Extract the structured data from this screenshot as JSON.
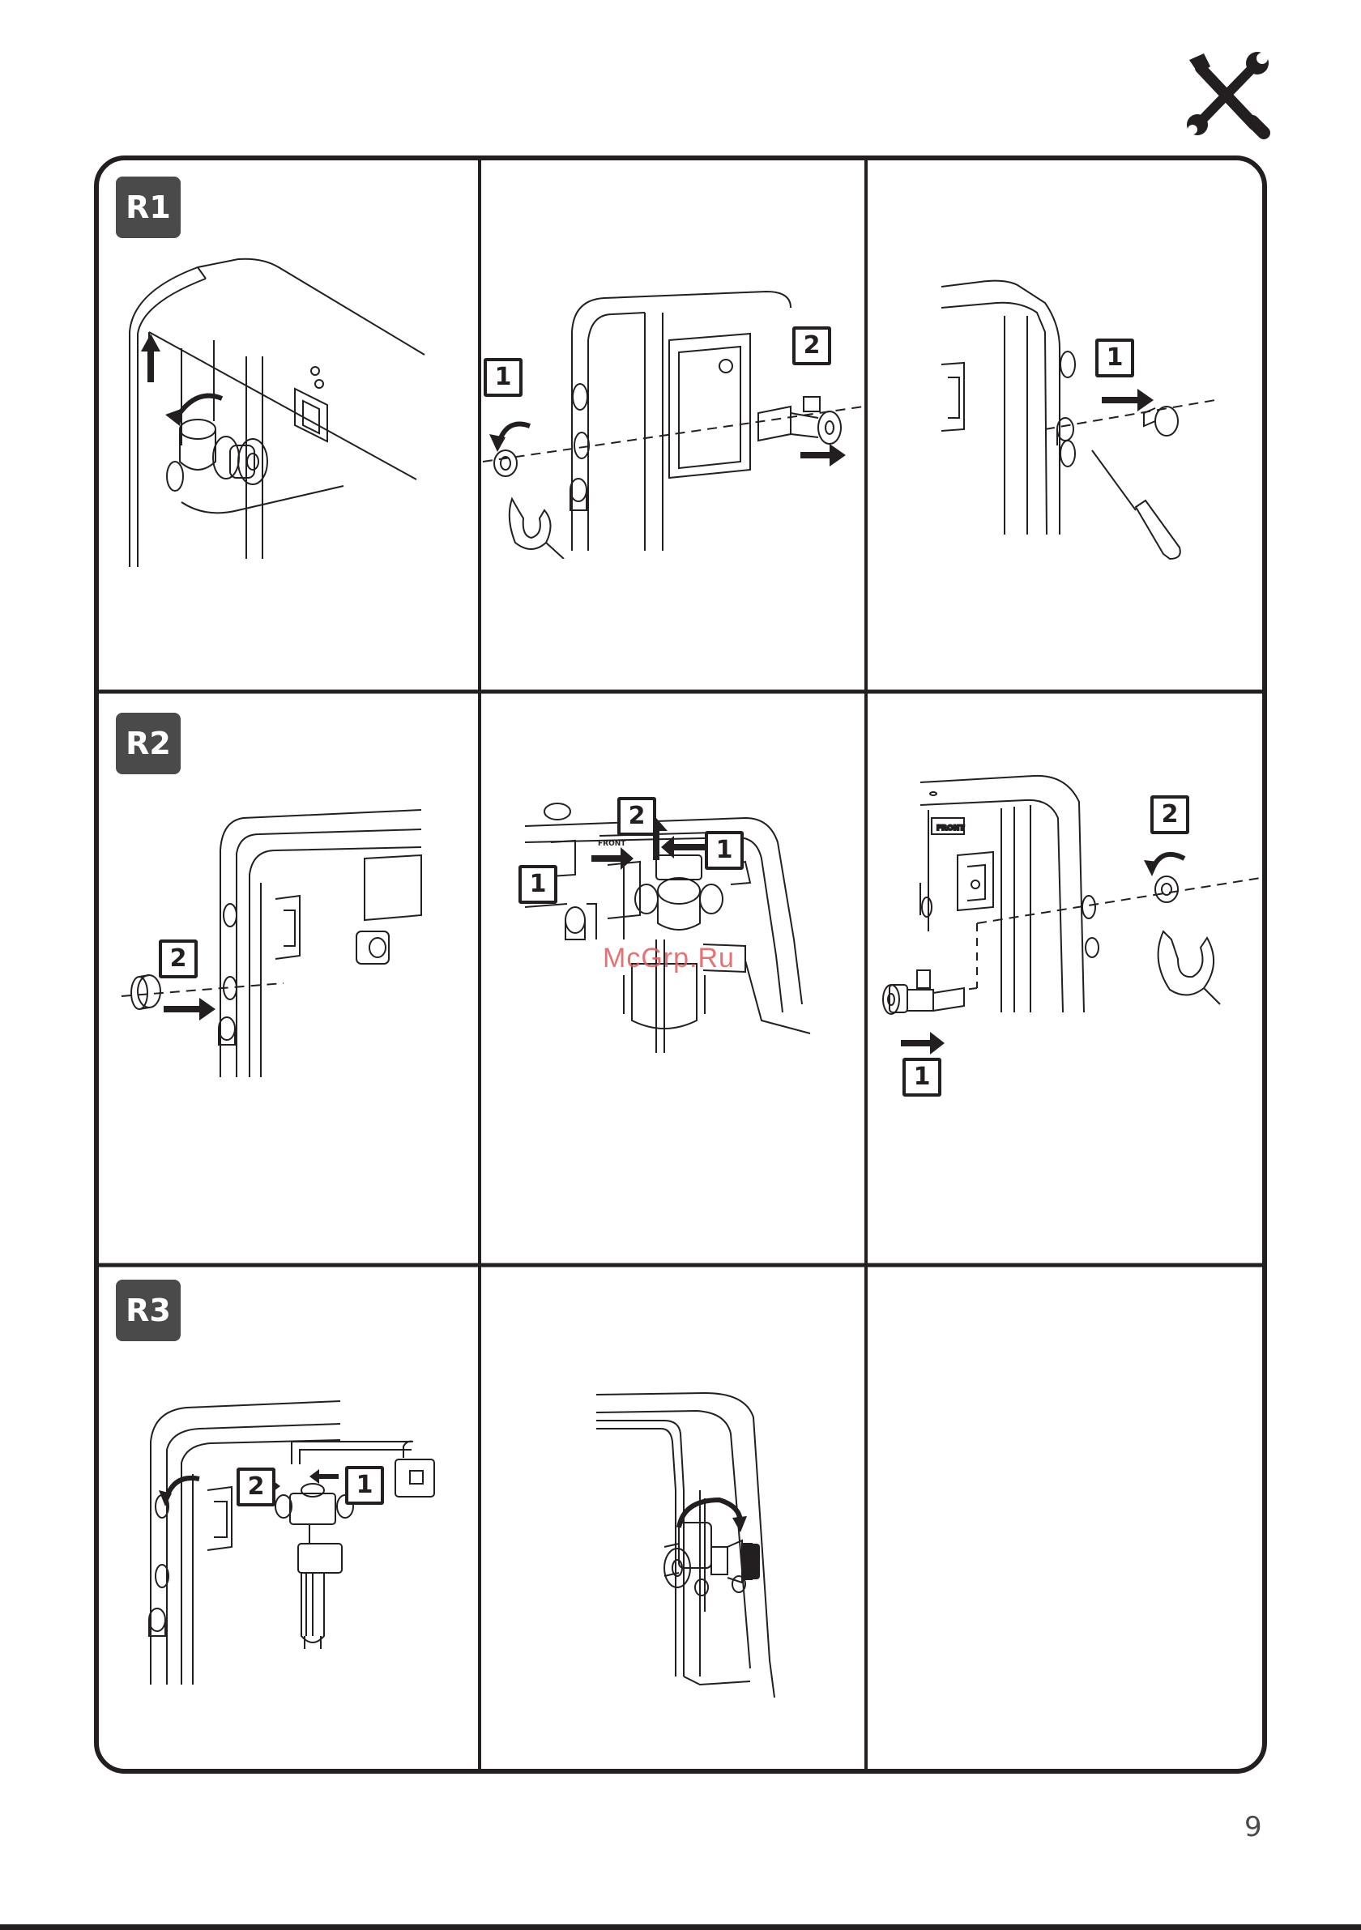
{
  "header": {
    "icon": "tools-icon"
  },
  "rows": [
    {
      "label": "R1",
      "panels": [
        {
          "steps": []
        },
        {
          "steps": [
            "1",
            "2"
          ]
        },
        {
          "steps": [
            "1"
          ]
        }
      ]
    },
    {
      "label": "R2",
      "panels": [
        {
          "steps": [
            "2"
          ]
        },
        {
          "steps": [
            "2",
            "1",
            "1"
          ],
          "tag": "FRONT"
        },
        {
          "steps": [
            "2",
            "1"
          ],
          "tag": "FRONT"
        }
      ]
    },
    {
      "label": "R3",
      "panels": [
        {
          "steps": [
            "2",
            "1"
          ]
        },
        {
          "steps": []
        },
        {
          "steps": []
        }
      ]
    }
  ],
  "watermark": "McGrp.Ru",
  "footer": {
    "page_number": "9"
  }
}
